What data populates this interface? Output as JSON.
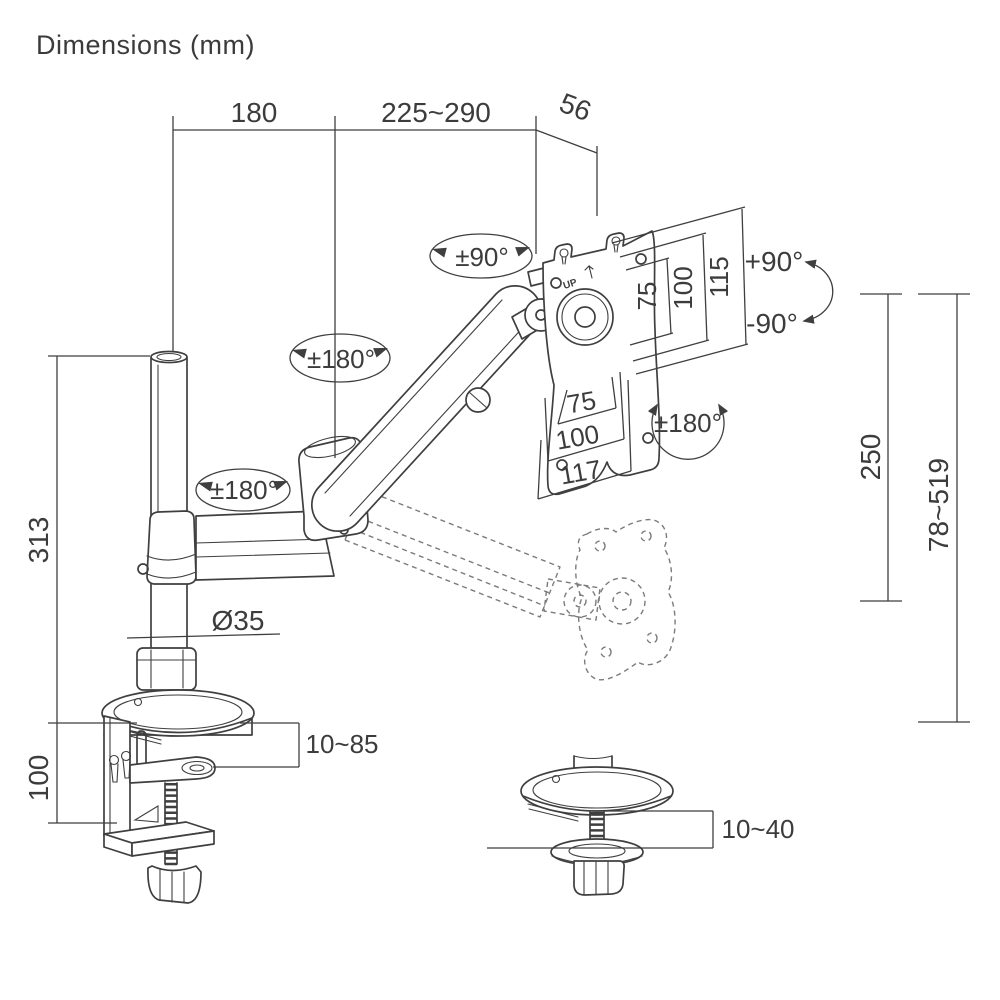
{
  "title": "Dimensions (mm)",
  "colors": {
    "background": "#ffffff",
    "line": "#3f3f3f",
    "ghost_line": "#7b7b7b",
    "text": "#3c3c3c"
  },
  "diagram": {
    "unit": "mm",
    "top_dimensions": {
      "pole_offset": "180",
      "arm_extension": "225~290",
      "head_depth": "56"
    },
    "rotations": {
      "head_swivel": "±90°",
      "arm_rotation": "±180°",
      "pole_rotation": "±180°",
      "vesa_rotation": "±180°",
      "tilt_up": "+90°",
      "tilt_down": "-90°"
    },
    "vesa_vertical": {
      "inner": "75",
      "outer": "100",
      "full": "115"
    },
    "vesa_horizontal": {
      "inner": "75",
      "outer": "100",
      "full": "117"
    },
    "right_dimensions": {
      "gas_travel": "250",
      "height_range": "78~519"
    },
    "left_dimensions": {
      "pole_height": "313",
      "clamp_height": "100",
      "pole_diameter": "Ø35",
      "clamp_desk_range": "10~85"
    },
    "grommet": {
      "desk_range": "10~40"
    },
    "plate_marking": {
      "up": "UP"
    }
  }
}
